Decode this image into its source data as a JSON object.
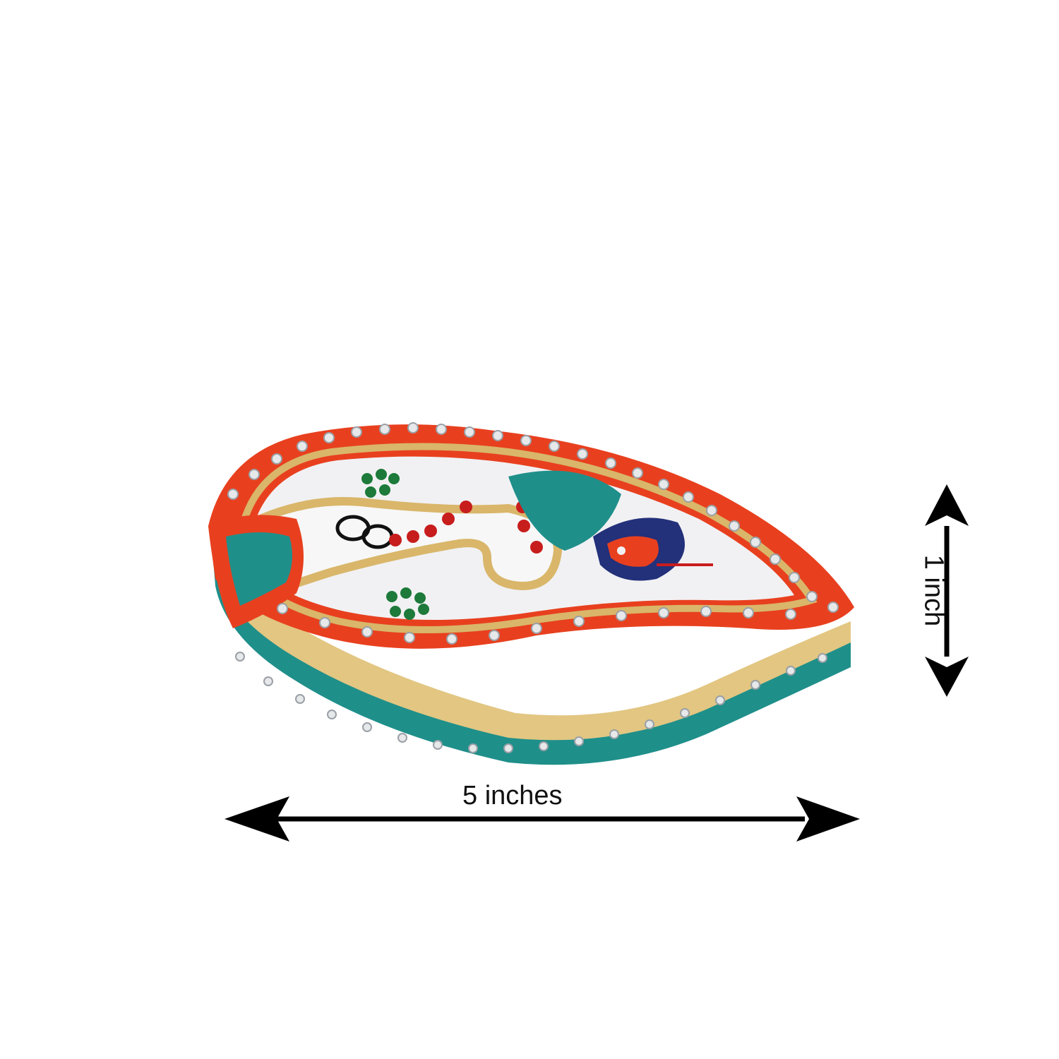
{
  "dimensions": {
    "width_label": "5 inches",
    "height_label": "1 inch"
  },
  "colors": {
    "background": "#ffffff",
    "red_lacquer": "#e8401f",
    "teal": "#1f8f8a",
    "gold": "#d9b66a",
    "marble": "#f1f1f3",
    "navy": "#23307a",
    "green_stone": "#1d7a3a",
    "red_stone": "#c81d1d",
    "arrow": "#000000"
  },
  "icons": {
    "width_arrow": "double-headed-horizontal-arrow",
    "height_arrow": "double-headed-vertical-arrow"
  }
}
